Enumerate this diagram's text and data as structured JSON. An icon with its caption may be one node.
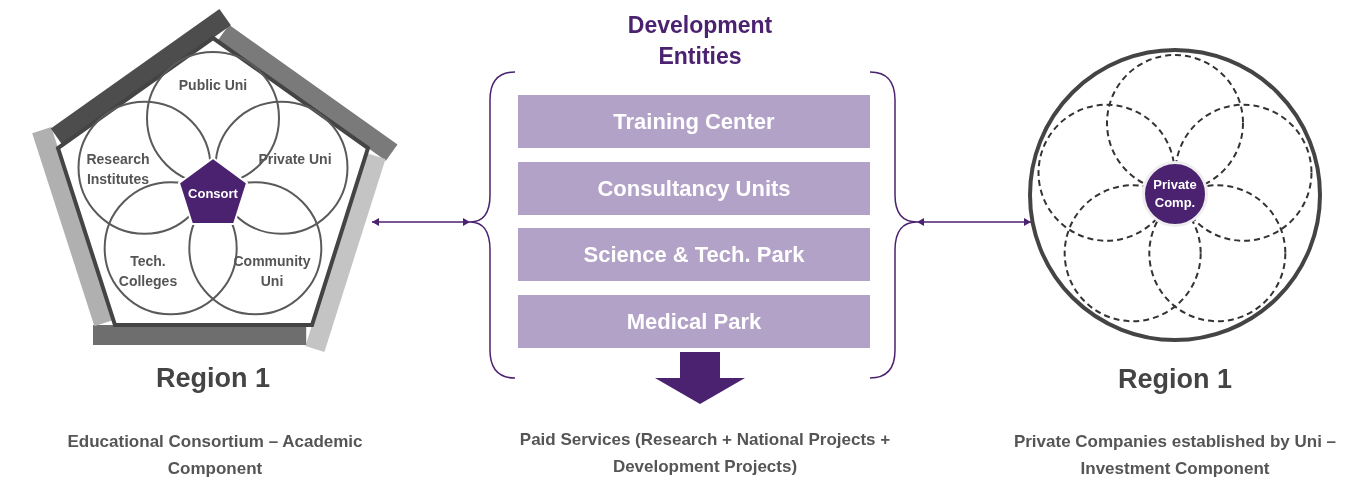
{
  "diagram": {
    "nodes": [
      {
        "text": [
          "Region 1"
        ]
      },
      {
        "text": [
          "Public Uni"
        ],
        "in": 0
      },
      {
        "text": [
          "Research Institutes"
        ],
        "in": 0
      },
      {
        "text": [
          "Private Uni"
        ],
        "in": 0
      },
      {
        "text": [
          "Consort"
        ],
        "in": 0
      },
      {
        "text": [
          "Tech. Colleges"
        ],
        "in": 0
      },
      {
        "text": [
          "Community Uni"
        ],
        "in": 0
      },
      {
        "text": [
          "Development Entities"
        ]
      },
      {
        "text": [
          "Training Center"
        ],
        "in": 7
      },
      {
        "text": [
          "Consultancy Units"
        ],
        "in": 7
      },
      {
        "text": [
          "Science & Tech. Park"
        ],
        "in": 7
      },
      {
        "text": [
          "Medical Park"
        ],
        "in": 7
      },
      {
        "text": [
          "Paid Services (Research + National Projects + Development Projects)"
        ]
      },
      {
        "text": [
          "Region 1"
        ]
      },
      {
        "text": [
          "Private Comp."
        ],
        "in": 13
      }
    ],
    "edges": [
      {
        "from": 0,
        "to": 7,
        "arrow": "both"
      },
      {
        "from": 7,
        "to": 13,
        "arrow": "both"
      },
      {
        "from": 7,
        "to": 12,
        "arrow": "to",
        "style": "thick"
      }
    ],
    "labels": [
      "Educational Consortium – Academic Component",
      "Private Companies established by Uni – Investment Component"
    ]
  }
}
